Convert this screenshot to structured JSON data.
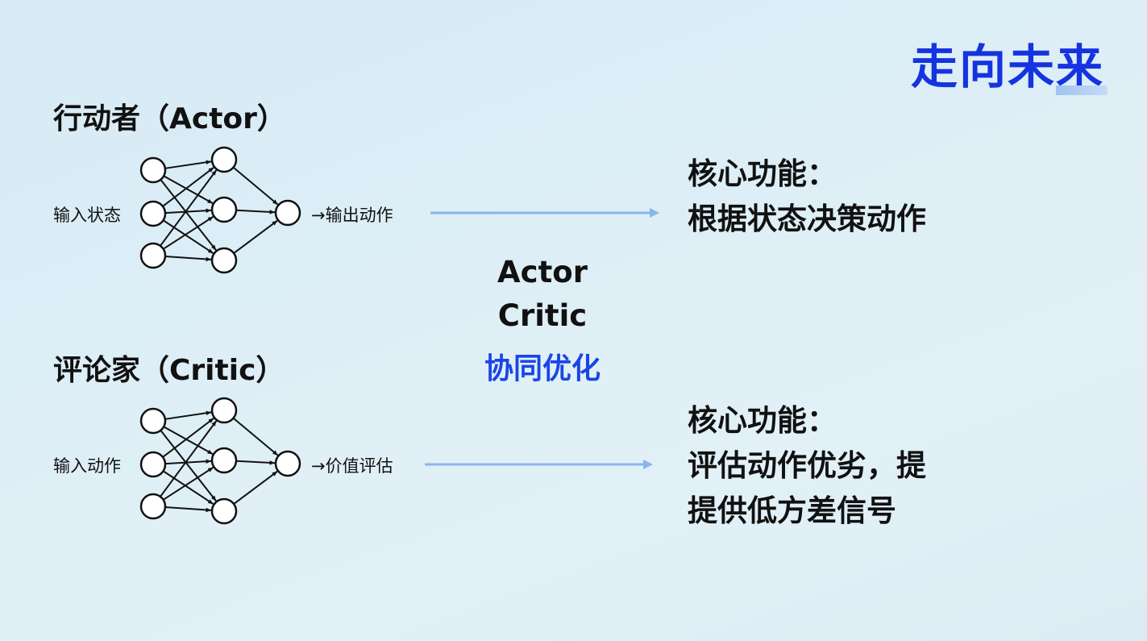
{
  "page_title": "走向未来",
  "actor": {
    "title": "行动者（Actor）",
    "input_label": "输入状态",
    "output_label": "→输出动作",
    "function_heading": "核心功能：",
    "function_desc": "根据状态决策动作"
  },
  "critic": {
    "title": "评论家（Critic）",
    "input_label": "输入动作",
    "output_label": "→价值评估",
    "function_heading": "核心功能：",
    "function_desc_line1": "评估动作优劣，提",
    "function_desc_line2": "提供低方差信号"
  },
  "center": {
    "line1": "Actor",
    "line2": "Critic",
    "line3": "协同优化"
  },
  "colors": {
    "title_blue": "#1534e0",
    "accent_blue": "#1a45e6",
    "arrow_blue": "#8ab6ec"
  }
}
